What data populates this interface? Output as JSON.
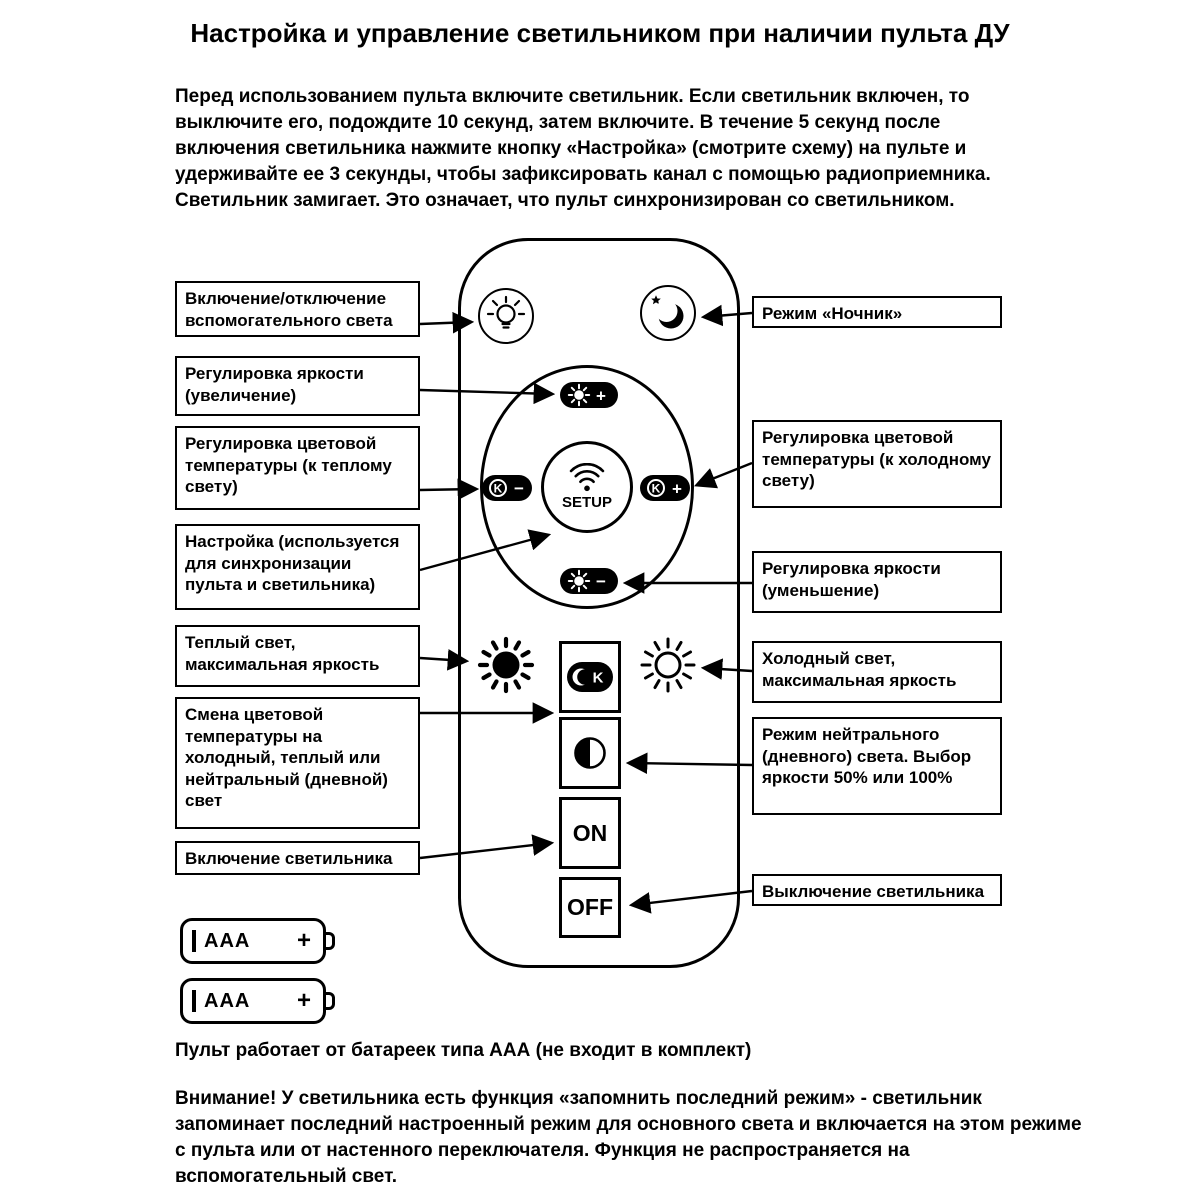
{
  "title": "Настройка и управление светильником при наличии пульта ДУ",
  "intro": "Перед использованием пульта включите светильник. Если светильник включен, то выключите его, подождите 10 секунд, затем включите. В течение 5 секунд после включения светильника нажмите кнопку «Настройка» (смотрите схему) на пульте и удерживайте ее 3 секунды, чтобы зафиксировать канал с помощью радиоприемника. Светильник замигает. Это означает, что пульт синхронизирован со светильником.",
  "labels": {
    "left": [
      "Включение/отключение вспомогательного света",
      "Регулировка яркости (увеличение)",
      "Регулировка цветовой температуры (к теплому свету)",
      "Настройка (используется для синхронизации пульта и светильника)",
      "Теплый свет, максимальная яркость",
      "Смена цветовой температуры на холодный, теплый или нейтральный (дневной) свет",
      "Включение светильника"
    ],
    "right": [
      "Режим «Ночник»",
      "Регулировка цветовой температуры (к холодному свету)",
      "Регулировка яркости (уменьшение)",
      "Холодный свет, максимальная яркость",
      "Режим нейтрального (дневного) света. Выбор яркости 50% или 100%",
      "Выключение светильника"
    ]
  },
  "remote": {
    "setup": "SETUP",
    "on": "ON",
    "off": "OFF",
    "k": "K",
    "plus": "+",
    "minus": "−"
  },
  "battery": {
    "type": "AAA",
    "plus": "+"
  },
  "battery_note": "Пульт работает от батареек типа ААА (не входит в комплект)",
  "warning": "Внимание! У светильника есть функция «запомнить последний режим» - светильник запоминает последний настроенный режим для основного света и включается на этом режиме с пульта или от настенного переключателя. Функция не распространяется на вспомогательный свет.",
  "icons": {
    "aux-light-icon": "bulb-with-rays",
    "night-mode-icon": "crescent-moon-star",
    "brightness-up-icon": "sun-plus",
    "temp-warm-icon": "circled-k-minus",
    "setup-icon": "wifi-waves",
    "temp-cold-icon": "circled-k-plus",
    "brightness-down-icon": "sun-minus",
    "warm-max-icon": "filled-sun",
    "cold-max-icon": "outline-sun",
    "temp-cycle-icon": "moon-k",
    "neutral-mode-icon": "half-filled-circle"
  },
  "colors": {
    "ink": "#000000",
    "paper": "#ffffff"
  }
}
